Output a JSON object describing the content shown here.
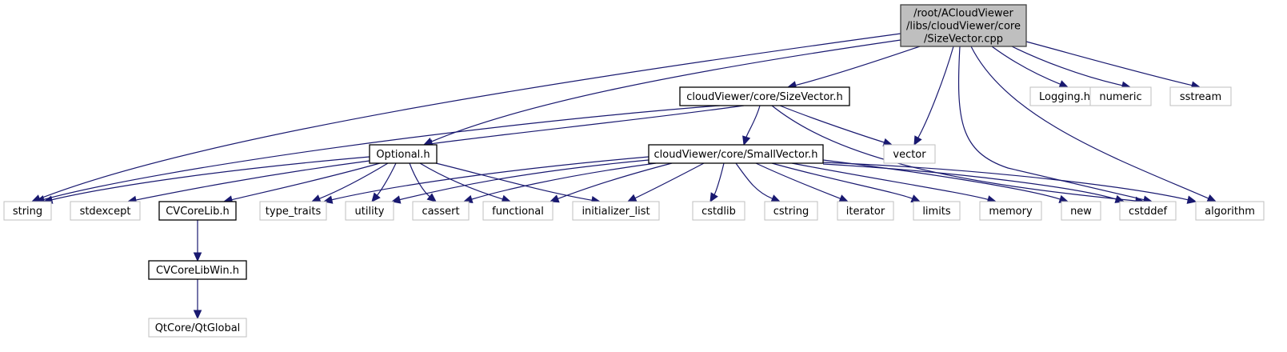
{
  "title": "Include dependency graph for SizeVector.cpp",
  "colors": {
    "edge": "#191970",
    "root_fill": "#bfbfbf",
    "root_border": "#404040",
    "documented_border": "#000000",
    "external_border": "#bfbfbf",
    "node_fill": "#ffffff"
  },
  "nodes": [
    {
      "id": "root",
      "label_lines": [
        "/root/ACloudViewer",
        "/libs/cloudViewer/core",
        "/SizeVector.cpp"
      ],
      "kind": "root"
    },
    {
      "id": "sizevector_h",
      "label_lines": [
        "cloudViewer/core/SizeVector.h"
      ],
      "kind": "documented"
    },
    {
      "id": "optional_h",
      "label_lines": [
        "Optional.h"
      ],
      "kind": "documented"
    },
    {
      "id": "smallvector_h",
      "label_lines": [
        "cloudViewer/core/SmallVector.h"
      ],
      "kind": "documented"
    },
    {
      "id": "cvcorelib_h",
      "label_lines": [
        "CVCoreLib.h"
      ],
      "kind": "documented"
    },
    {
      "id": "cvcorelibwin_h",
      "label_lines": [
        "CVCoreLibWin.h"
      ],
      "kind": "documented"
    },
    {
      "id": "qtglobal",
      "label_lines": [
        "QtCore/QtGlobal"
      ],
      "kind": "external"
    },
    {
      "id": "logging_h",
      "label_lines": [
        "Logging.h"
      ],
      "kind": "external"
    },
    {
      "id": "numeric",
      "label_lines": [
        "numeric"
      ],
      "kind": "external"
    },
    {
      "id": "sstream",
      "label_lines": [
        "sstream"
      ],
      "kind": "external"
    },
    {
      "id": "vector",
      "label_lines": [
        "vector"
      ],
      "kind": "external"
    },
    {
      "id": "string",
      "label_lines": [
        "string"
      ],
      "kind": "external"
    },
    {
      "id": "stdexcept",
      "label_lines": [
        "stdexcept"
      ],
      "kind": "external"
    },
    {
      "id": "type_traits",
      "label_lines": [
        "type_traits"
      ],
      "kind": "external"
    },
    {
      "id": "utility",
      "label_lines": [
        "utility"
      ],
      "kind": "external"
    },
    {
      "id": "cassert",
      "label_lines": [
        "cassert"
      ],
      "kind": "external"
    },
    {
      "id": "functional",
      "label_lines": [
        "functional"
      ],
      "kind": "external"
    },
    {
      "id": "initializer_list",
      "label_lines": [
        "initializer_list"
      ],
      "kind": "external"
    },
    {
      "id": "cstdlib",
      "label_lines": [
        "cstdlib"
      ],
      "kind": "external"
    },
    {
      "id": "cstring",
      "label_lines": [
        "cstring"
      ],
      "kind": "external"
    },
    {
      "id": "iterator",
      "label_lines": [
        "iterator"
      ],
      "kind": "external"
    },
    {
      "id": "limits",
      "label_lines": [
        "limits"
      ],
      "kind": "external"
    },
    {
      "id": "memory",
      "label_lines": [
        "memory"
      ],
      "kind": "external"
    },
    {
      "id": "new",
      "label_lines": [
        "new"
      ],
      "kind": "external"
    },
    {
      "id": "cstddef",
      "label_lines": [
        "cstddef"
      ],
      "kind": "external"
    },
    {
      "id": "algorithm",
      "label_lines": [
        "algorithm"
      ],
      "kind": "external"
    }
  ],
  "edges": [
    [
      "root",
      "sizevector_h"
    ],
    [
      "root",
      "optional_h"
    ],
    [
      "root",
      "string"
    ],
    [
      "root",
      "vector"
    ],
    [
      "root",
      "cstddef"
    ],
    [
      "root",
      "algorithm"
    ],
    [
      "root",
      "logging_h"
    ],
    [
      "root",
      "numeric"
    ],
    [
      "root",
      "sstream"
    ],
    [
      "sizevector_h",
      "optional_h"
    ],
    [
      "sizevector_h",
      "string"
    ],
    [
      "sizevector_h",
      "smallvector_h"
    ],
    [
      "sizevector_h",
      "vector"
    ],
    [
      "sizevector_h",
      "cstddef"
    ],
    [
      "optional_h",
      "string"
    ],
    [
      "optional_h",
      "stdexcept"
    ],
    [
      "optional_h",
      "cvcorelib_h"
    ],
    [
      "optional_h",
      "type_traits"
    ],
    [
      "optional_h",
      "utility"
    ],
    [
      "optional_h",
      "cassert"
    ],
    [
      "optional_h",
      "functional"
    ],
    [
      "optional_h",
      "initializer_list"
    ],
    [
      "smallvector_h",
      "type_traits"
    ],
    [
      "smallvector_h",
      "utility"
    ],
    [
      "smallvector_h",
      "cassert"
    ],
    [
      "smallvector_h",
      "functional"
    ],
    [
      "smallvector_h",
      "initializer_list"
    ],
    [
      "smallvector_h",
      "cstdlib"
    ],
    [
      "smallvector_h",
      "cstring"
    ],
    [
      "smallvector_h",
      "iterator"
    ],
    [
      "smallvector_h",
      "limits"
    ],
    [
      "smallvector_h",
      "memory"
    ],
    [
      "smallvector_h",
      "new"
    ],
    [
      "smallvector_h",
      "cstddef"
    ],
    [
      "smallvector_h",
      "algorithm"
    ],
    [
      "cvcorelib_h",
      "cvcorelibwin_h"
    ],
    [
      "cvcorelibwin_h",
      "qtglobal"
    ]
  ]
}
